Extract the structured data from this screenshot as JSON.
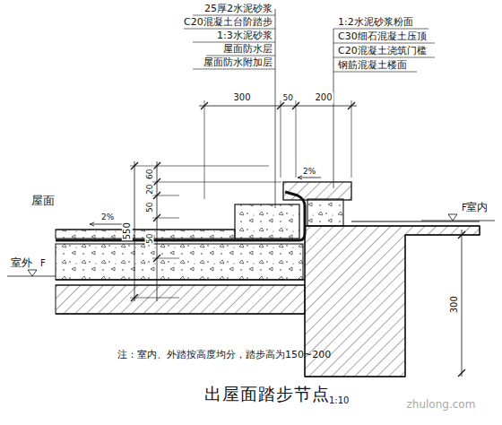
{
  "diagram": {
    "title": "出屋面踏步节点",
    "labels": [
      "25厚2水泥砂浆",
      "C20混凝土台阶踏步",
      "1:3水泥砂浆",
      "屋面防水层",
      "屋面防水附加层",
      "1:2水泥砂浆粉面",
      "C30细石混凝土压顶",
      "C20混凝土浇筑门槛",
      "钢筋混凝土楼面",
      "300",
      "50",
      "200",
      "60",
      "20",
      "50",
      "50",
      "550",
      "2%",
      "2%",
      "屋面",
      "F",
      "室内",
      "室外",
      "F",
      "300",
      "注：室内、外踏按高度均分，踏步高为150~200",
      "1:10",
      "zhulong.com"
    ]
  }
}
